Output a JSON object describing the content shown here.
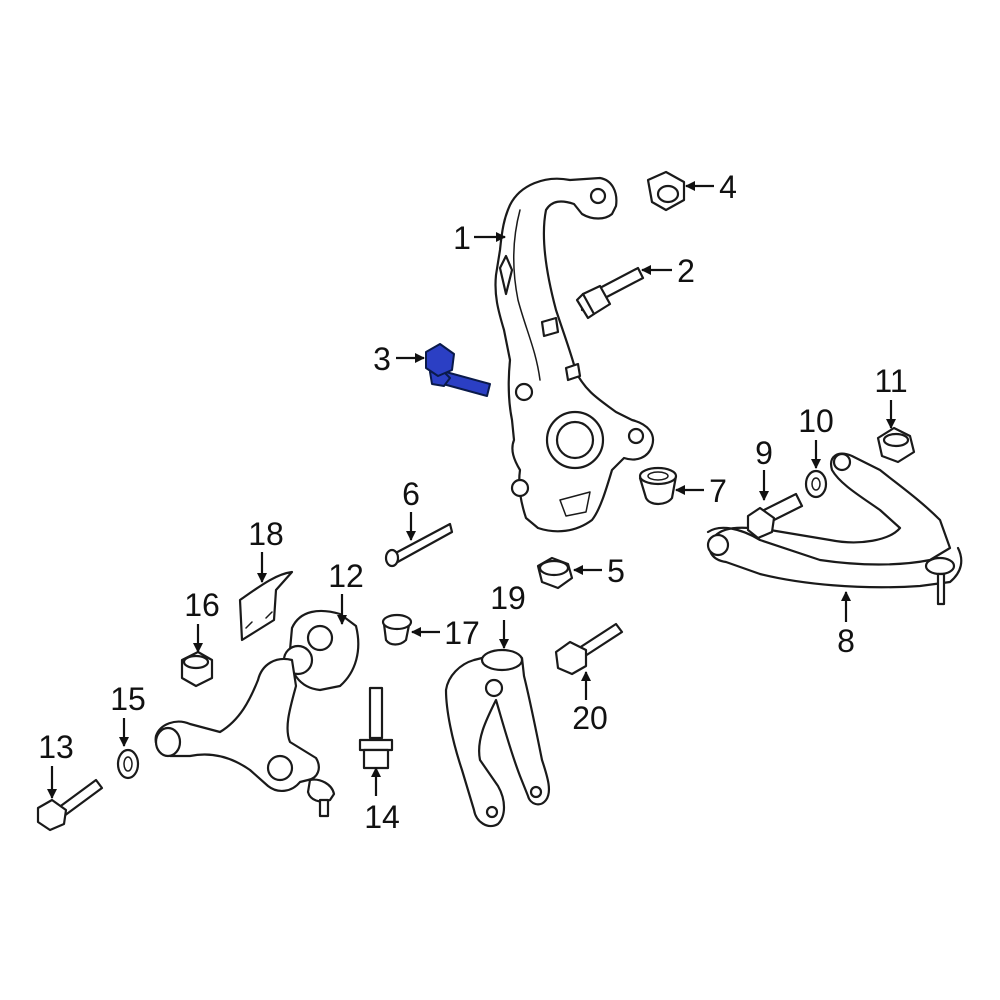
{
  "colors": {
    "highlight": "#2b3fc4",
    "line": "#1a1a1a",
    "background": "#ffffff"
  },
  "callouts": [
    {
      "id": "1",
      "label": "1"
    },
    {
      "id": "2",
      "label": "2"
    },
    {
      "id": "3",
      "label": "3",
      "highlighted": true
    },
    {
      "id": "4",
      "label": "4"
    },
    {
      "id": "5",
      "label": "5"
    },
    {
      "id": "6",
      "label": "6"
    },
    {
      "id": "7",
      "label": "7"
    },
    {
      "id": "8",
      "label": "8"
    },
    {
      "id": "9",
      "label": "9"
    },
    {
      "id": "10",
      "label": "10"
    },
    {
      "id": "11",
      "label": "11"
    },
    {
      "id": "12",
      "label": "12"
    },
    {
      "id": "13",
      "label": "13"
    },
    {
      "id": "14",
      "label": "14"
    },
    {
      "id": "15",
      "label": "15"
    },
    {
      "id": "16",
      "label": "16"
    },
    {
      "id": "17",
      "label": "17"
    },
    {
      "id": "18",
      "label": "18"
    },
    {
      "id": "19",
      "label": "19"
    },
    {
      "id": "20",
      "label": "20"
    }
  ]
}
